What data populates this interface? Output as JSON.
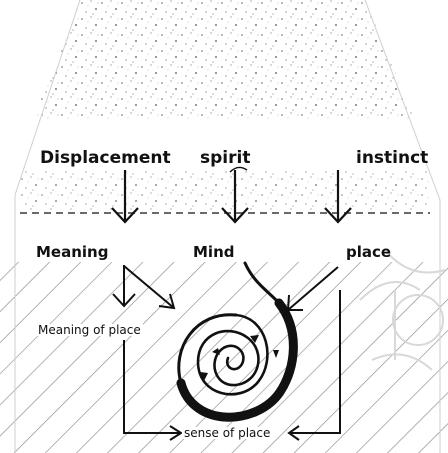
{
  "labels": {
    "displacement": "Displacement",
    "spirit": "spirit",
    "instinct": "instinct",
    "meaning": "Meaning",
    "mind": "Mind",
    "place": "place",
    "meaning_of_place": "Meaning of place",
    "sense_of_place": "sense of place"
  },
  "colors": {
    "ink": "#111111",
    "speckle": "#888888",
    "hatch": "#8c8c8c",
    "background": "#ffffff"
  }
}
